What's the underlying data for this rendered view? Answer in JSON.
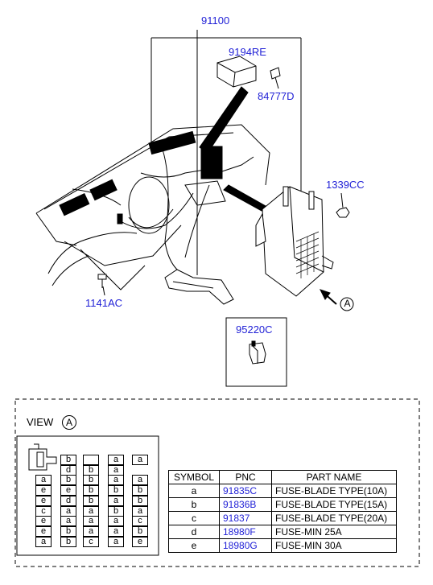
{
  "callouts": {
    "main_harness": "91100",
    "module": "9194RE",
    "bolt": "84777D",
    "nut": "1339CC",
    "clip": "1141AC",
    "relay": "95220C",
    "view_marker": "A"
  },
  "view": {
    "title": "VIEW",
    "marker": "A",
    "fuse_grid": [
      [
        "",
        "",
        "b",
        "",
        "a",
        "a"
      ],
      [
        "",
        "",
        "d",
        "b",
        "a",
        ""
      ],
      [
        "a",
        "b",
        "b",
        "a",
        "a",
        ""
      ],
      [
        "e",
        "e",
        "b",
        "b",
        "b",
        ""
      ],
      [
        "e",
        "d",
        "b",
        "a",
        "b",
        ""
      ],
      [
        "c",
        "a",
        "a",
        "b",
        "a",
        ""
      ],
      [
        "e",
        "a",
        "a",
        "a",
        "c",
        ""
      ],
      [
        "e",
        "b",
        "a",
        "a",
        "b",
        ""
      ],
      [
        "a",
        "b",
        "c",
        "a",
        "e",
        ""
      ]
    ]
  },
  "parts_table": {
    "headers": [
      "SYMBOL",
      "PNC",
      "PART NAME"
    ],
    "rows": [
      {
        "symbol": "a",
        "pnc": "91835C",
        "name": "FUSE-BLADE TYPE(10A)"
      },
      {
        "symbol": "b",
        "pnc": "91836B",
        "name": "FUSE-BLADE TYPE(15A)"
      },
      {
        "symbol": "c",
        "pnc": "91837",
        "name": "FUSE-BLADE TYPE(20A)"
      },
      {
        "symbol": "d",
        "pnc": "18980F",
        "name": "FUSE-MIN 25A"
      },
      {
        "symbol": "e",
        "pnc": "18980G",
        "name": "FUSE-MIN 30A"
      }
    ]
  },
  "colors": {
    "callout": "#1f1fd6",
    "line": "#000000"
  }
}
